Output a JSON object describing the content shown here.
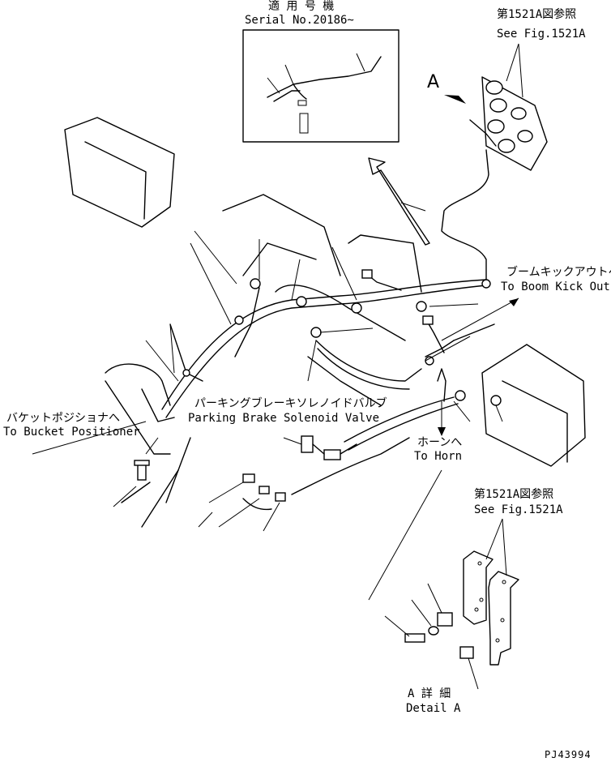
{
  "serial_box": {
    "line1": "適 用 号 機",
    "line2": "Serial No.20186~"
  },
  "ref_top": {
    "line1": "第1521A図参照",
    "line2": "See Fig.1521A"
  },
  "ref_bottom": {
    "line1": "第1521A図参照",
    "line2": "See Fig.1521A"
  },
  "view_marker": "A",
  "boom_kick_out": {
    "line1": "ブームキックアウトへ",
    "line2": "To Boom Kick Out"
  },
  "bucket_positioner": {
    "line1": "バケットポジショナへ",
    "line2": "To Bucket Positioner"
  },
  "parking_brake": {
    "line1": "パーキングブレーキソレノイドバルブ",
    "line2": "Parking Brake Solenoid Valve"
  },
  "horn": {
    "line1": "ホーンへ",
    "line2": "To Horn"
  },
  "detail": {
    "line1": "A 詳 細",
    "line2": "Detail A"
  },
  "drawing_id": "PJ43994"
}
